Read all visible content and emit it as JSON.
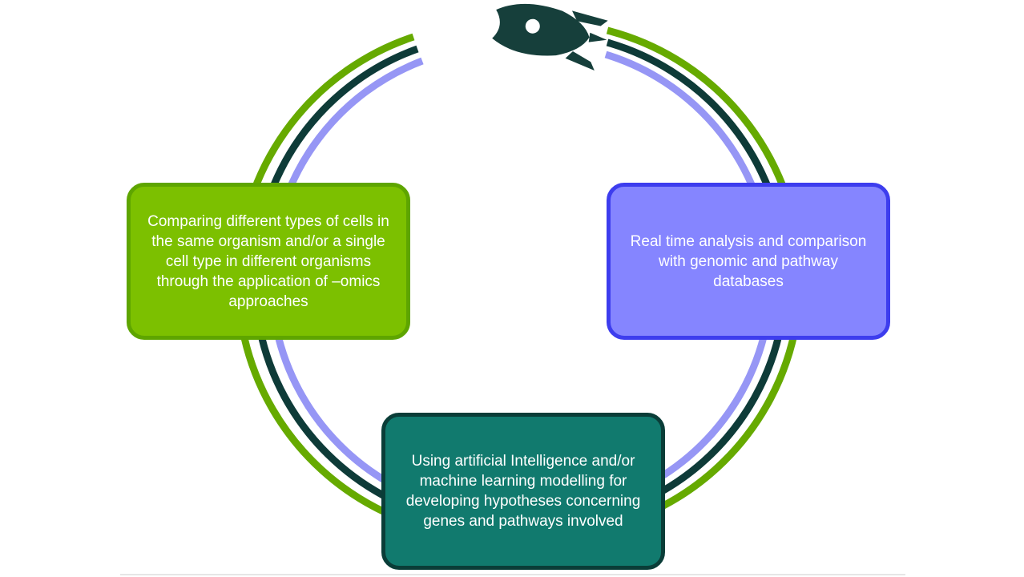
{
  "diagram": {
    "boxes": {
      "left": "Comparing different types of cells in the same organism and/or a single cell type in different organisms through the application of –omics approaches",
      "right": "Real time analysis and comparison with genomic and pathway databases",
      "bottom": "Using artificial Intelligence and/or machine learning modelling for developing hypotheses concerning genes and pathways involved"
    },
    "icon": "rocket-icon",
    "colors": {
      "green": "#66aa00",
      "dark_teal": "#0e3b38",
      "lavender": "#9696f5",
      "box_left_fill": "#7cc000",
      "box_right_fill": "#8585ff",
      "box_bottom_fill": "#117a6e"
    }
  }
}
